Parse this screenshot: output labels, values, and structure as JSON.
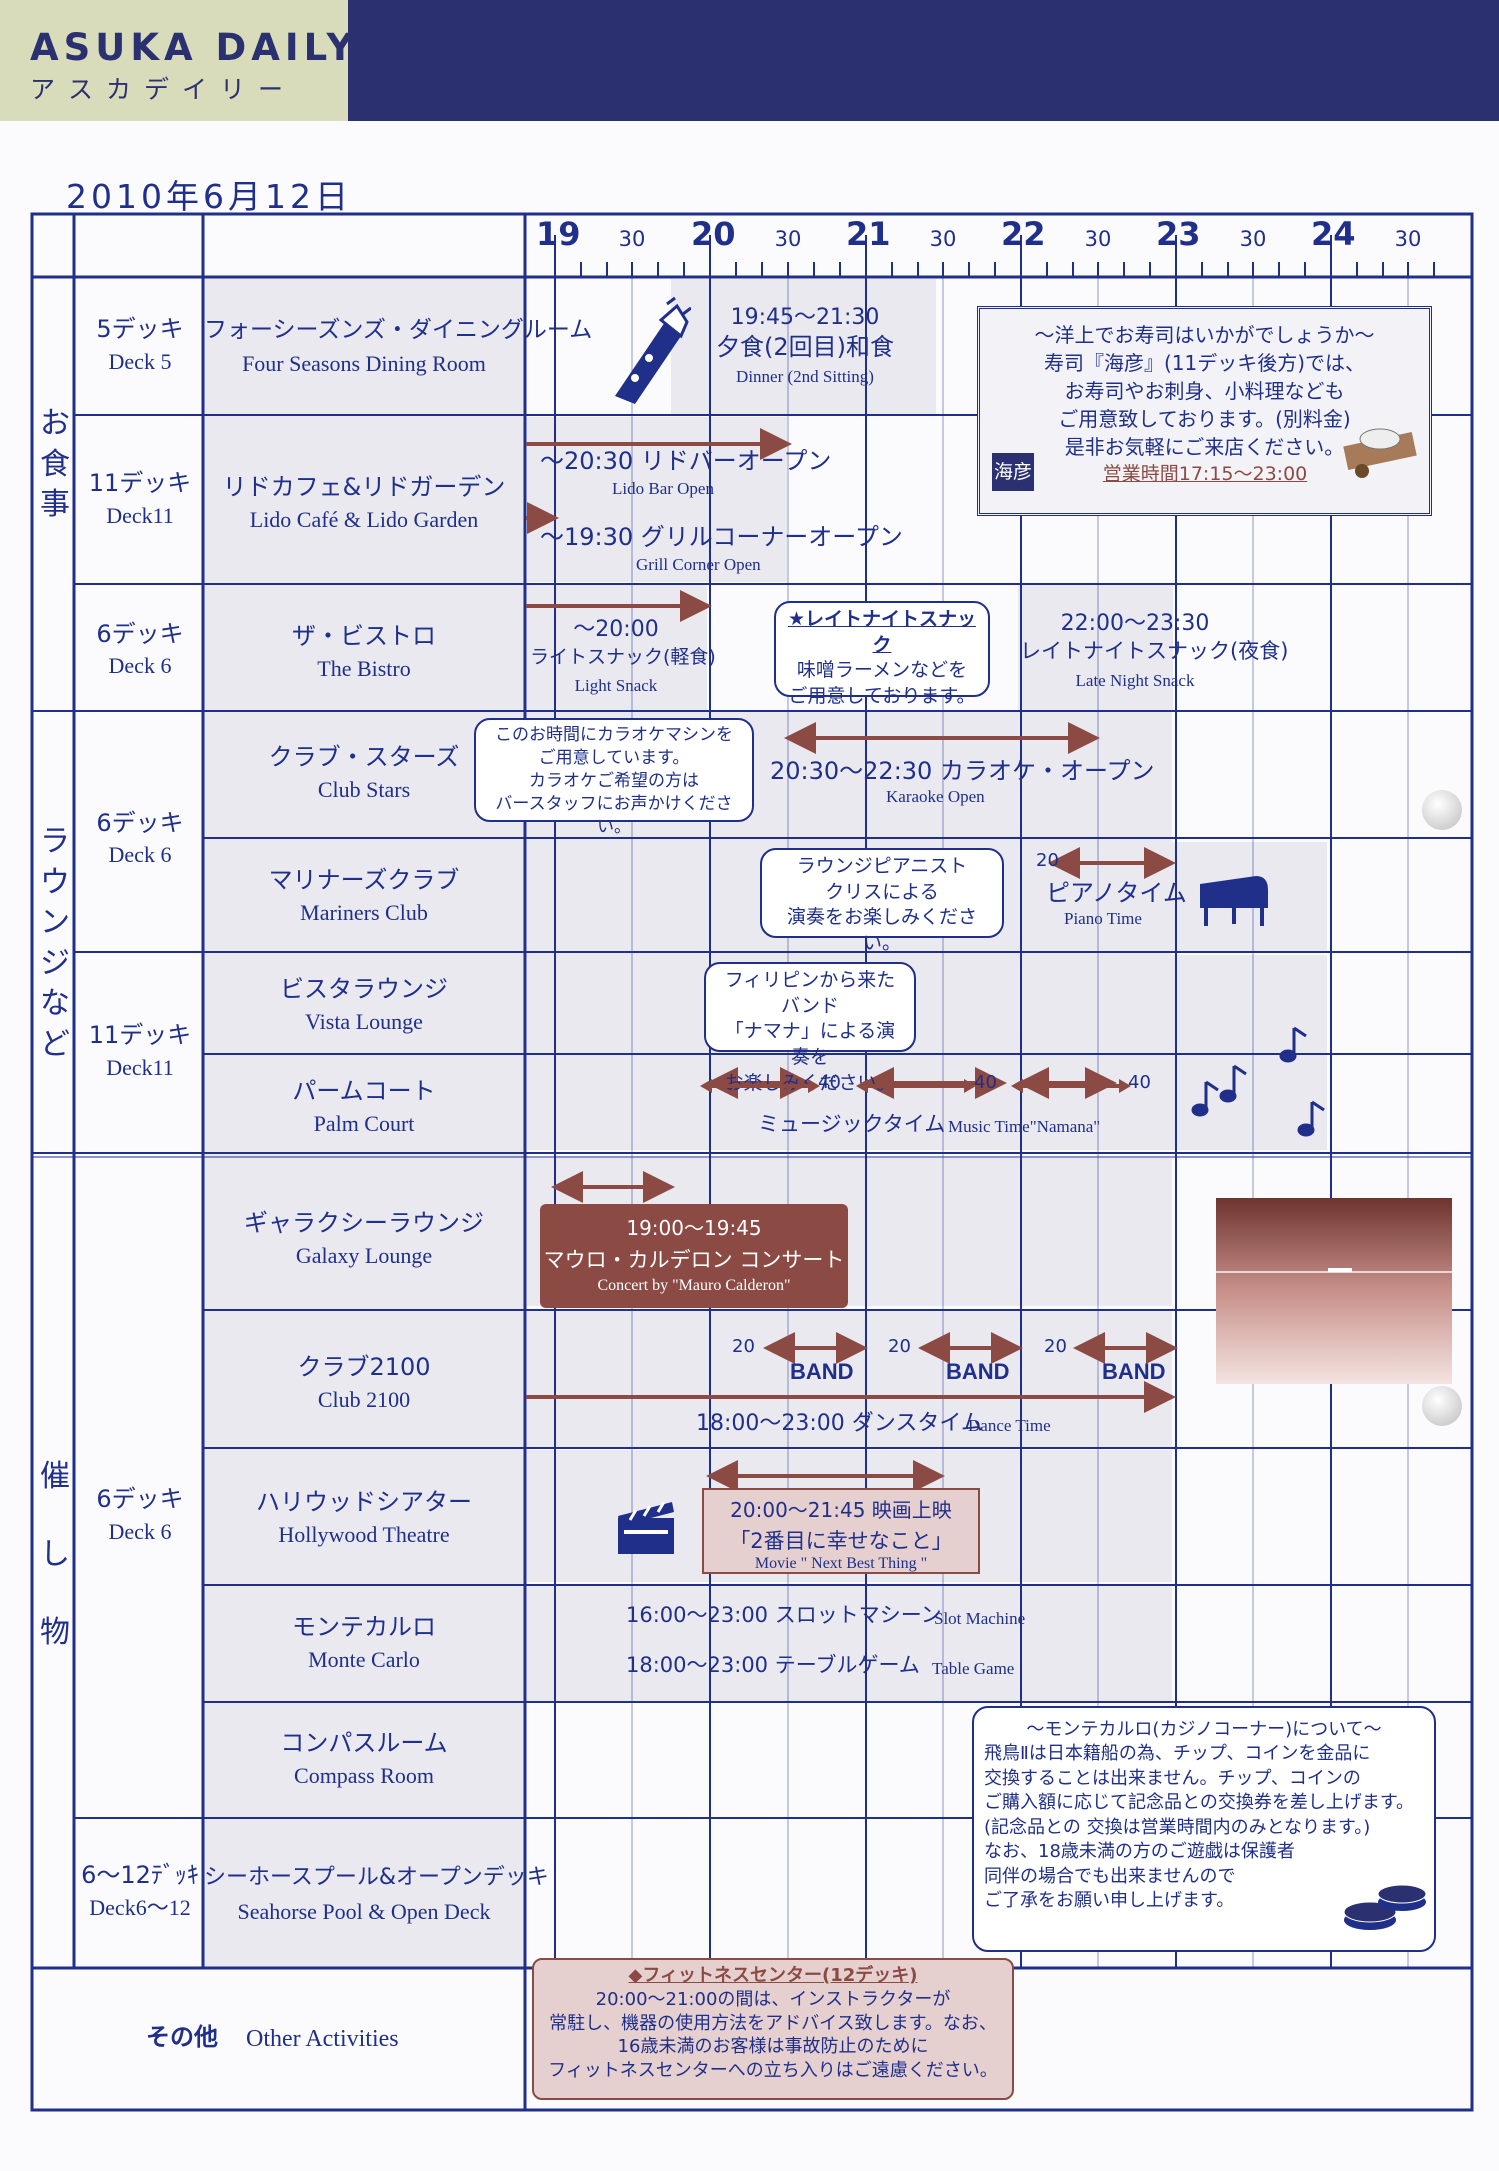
{
  "header": {
    "brand": "ASUKA DAILY",
    "brand_kana": "アスカデイリー",
    "date": "2010年6月12日"
  },
  "timeline": {
    "hours": [
      "19",
      "20",
      "21",
      "22",
      "23",
      "24"
    ],
    "half": "30"
  },
  "sections": {
    "dining": "お食事",
    "lounge": "ラウンジなど",
    "events": "催し物"
  },
  "rows": {
    "r1": {
      "deck_jp": "5デッキ",
      "deck_en": "Deck 5",
      "venue_jp": "フォーシーズンズ・ダイニングルーム",
      "venue_en": "Four Seasons Dining Room"
    },
    "r2": {
      "deck_jp": "11デッキ",
      "deck_en": "Deck11",
      "venue_jp": "リドカフェ&リドガーデン",
      "venue_en": "Lido Café & Lido Garden"
    },
    "r3": {
      "deck_jp": "6デッキ",
      "deck_en": "Deck 6",
      "venue_jp": "ザ・ビストロ",
      "venue_en": "The Bistro"
    },
    "r4": {
      "venue_jp": "クラブ・スターズ",
      "venue_en": "Club Stars"
    },
    "r5": {
      "venue_jp": "マリナーズクラブ",
      "venue_en": "Mariners Club"
    },
    "r45": {
      "deck_jp": "6デッキ",
      "deck_en": "Deck 6"
    },
    "r6": {
      "venue_jp": "ビスタラウンジ",
      "venue_en": "Vista Lounge"
    },
    "r7": {
      "venue_jp": "パームコート",
      "venue_en": "Palm Court"
    },
    "r67": {
      "deck_jp": "11デッキ",
      "deck_en": "Deck11"
    },
    "r8": {
      "venue_jp": "ギャラクシーラウンジ",
      "venue_en": "Galaxy Lounge"
    },
    "r9": {
      "venue_jp": "クラブ2100",
      "venue_en": "Club 2100"
    },
    "r10": {
      "venue_jp": "ハリウッドシアター",
      "venue_en": "Hollywood Theatre"
    },
    "r11": {
      "venue_jp": "モンテカルロ",
      "venue_en": "Monte Carlo"
    },
    "r12": {
      "venue_jp": "コンパスルーム",
      "venue_en": "Compass Room"
    },
    "r812": {
      "deck_jp": "6デッキ",
      "deck_en": "Deck 6"
    },
    "r13": {
      "deck_jp": "6〜12ﾃﾞｯｷ",
      "deck_en": "Deck6〜12",
      "venue_jp": "シーホースプール&オープンデッキ",
      "venue_en": "Seahorse Pool & Open Deck"
    },
    "other": {
      "jp": "その他",
      "en": "Other Activities"
    }
  },
  "events": {
    "dinner_time": "19:45〜21:30",
    "dinner_jp": "夕食(2回目)和食",
    "dinner_en": "Dinner (2nd Sitting)",
    "sushi": [
      "〜洋上でお寿司はいかがでしょうか〜",
      "寿司『海彦』(11デッキ後方)では、",
      "お寿司やお刺身、小料理なども",
      "ご用意致しております。(別料金)",
      "是非お気軽にご来店ください。"
    ],
    "sushi_hours": "営業時間17:15〜23:00",
    "sushi_logo": "海彦",
    "lido_bar_jp": "〜20:30 リドバーオープン",
    "lido_bar_en": "Lido Bar Open",
    "grill_jp": "〜19:30 グリルコーナーオープン",
    "grill_en": "Grill Corner Open",
    "light_time": "〜20:00",
    "light_jp": "ライトスナック(軽食)",
    "light_en": "Light Snack",
    "late_note": [
      "★レイトナイトスナック",
      "味噌ラーメンなどを",
      "ご用意しております。"
    ],
    "late_time": "22:00〜23:30",
    "late_jp": "レイトナイトスナック(夜食)",
    "late_en": "Late Night Snack",
    "karaoke_note": [
      "このお時間にカラオケマシンを",
      "ご用意しています。",
      "カラオケご希望の方は",
      "バースタッフにお声かけください。"
    ],
    "karaoke_jp": "20:30〜22:30 カラオケ・オープン",
    "karaoke_en": "Karaoke Open",
    "piano_note": [
      "ラウンジピアニスト",
      "クリスによる",
      "演奏をお楽しみください。"
    ],
    "piano_num": "20",
    "piano_jp": "ピアノタイム",
    "piano_en": "Piano Time",
    "band_note": [
      "フィリピンから来たバンド",
      "「ナマナ」による演奏を",
      "お楽しみください。"
    ],
    "music_num": "40",
    "music_jp": "ミュージックタイム",
    "music_en": "Music Time\"Namana\"",
    "galaxy_time": "19:00〜19:45",
    "galaxy_jp": "マウロ・カルデロン コンサート",
    "galaxy_en": "Concert by \"Mauro Calderon\"",
    "band_num": "20",
    "band": "BAND",
    "dance_jp": "18:00〜23:00 ダンスタイム",
    "dance_en": "Dance Time",
    "movie_time": "20:00〜21:45 映画上映",
    "movie_title": "「2番目に幸せなこと」",
    "movie_en": "Movie \" Next Best Thing \"",
    "slot_jp": "16:00〜23:00 スロットマシーン",
    "slot_en": "Slot Machine",
    "table_jp": "18:00〜23:00 テーブルゲーム",
    "table_en": "Table Game",
    "casino": [
      "〜モンテカルロ(カジノコーナー)について〜",
      "飛鳥Ⅱは日本籍船の為、チップ、コインを金品に",
      "交換することは出来ません。チップ、コインの",
      "ご購入額に応じて記念品との交換券を差し上げます。",
      "(記念品との 交換は営業時間内のみとなります。)",
      "なお、18歳未満の方のご遊戯は保護者",
      "同伴の場合でも出来ませんので",
      "ご了承をお願い申し上げます。"
    ],
    "fitness": [
      "◆フィットネスセンター(12デッキ)",
      "20:00〜21:00の間は、インストラクターが",
      "常駐し、機器の使用方法をアドバイス致します。なお、",
      "16歳未満のお客様は事故防止のために",
      "フィットネスセンターへの立ち入りはご遠慮ください。"
    ]
  },
  "colors": {
    "navy": "#1f2f8a",
    "header": "#2b3170",
    "brown": "#8b4a44",
    "pink": "#e6d0cf",
    "shade": "#e9e9ef",
    "khaki": "#d9dcba"
  }
}
